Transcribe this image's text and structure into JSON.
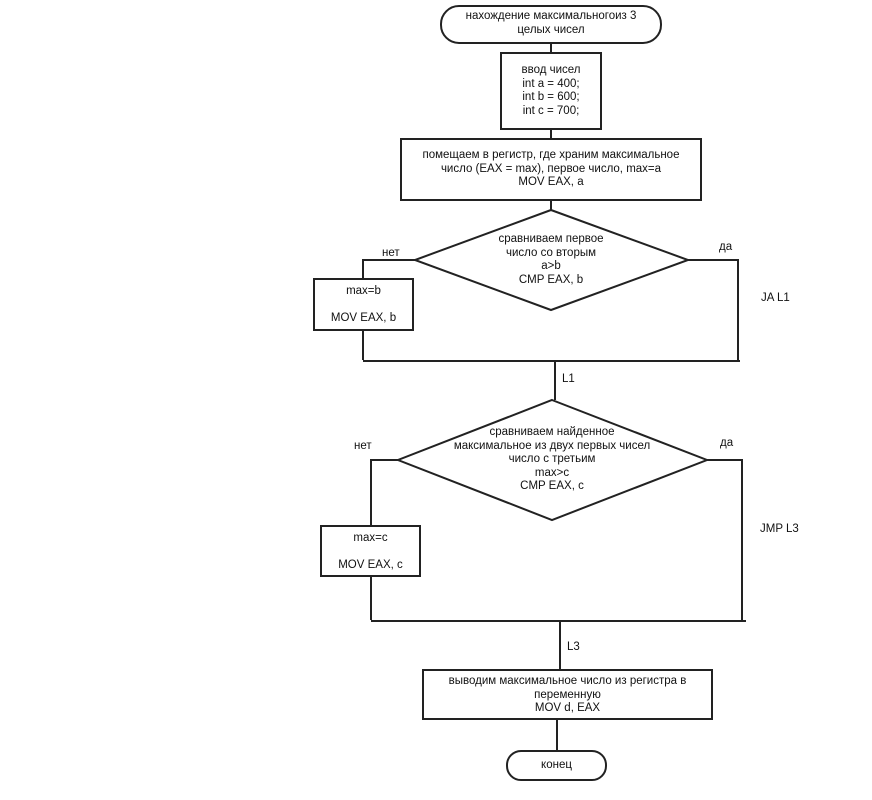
{
  "start": {
    "lines": [
      "нахождение максимальногоиз 3",
      "целых чисел"
    ]
  },
  "input": {
    "lines": [
      "ввод чисел",
      "int a = 400;",
      "int b = 600;",
      "int c = 700;"
    ]
  },
  "assign": {
    "lines": [
      "помещаем в регистр, где храним максимальное",
      "число (EAX = max), первое число, max=a",
      "MOV EAX, a"
    ]
  },
  "decision1": {
    "lines": [
      "сравниваем первое",
      "число со вторым",
      "a>b",
      "CMP EAX, b"
    ],
    "no_label": "нет",
    "yes_label": "да",
    "jump_label": "JA L1"
  },
  "box_b": {
    "lines": [
      "max=b",
      "",
      "MOV EAX, b"
    ]
  },
  "merge1_label": "L1",
  "decision2": {
    "lines": [
      "сравниваем найденное",
      "максимальное из двух первых чисел",
      "число с третьим",
      "max>c",
      "CMP EAX, c"
    ],
    "no_label": "нет",
    "yes_label": "да",
    "jump_label": "JMP L3"
  },
  "box_c": {
    "lines": [
      "max=c",
      "",
      "MOV EAX, c"
    ]
  },
  "merge2_label": "L3",
  "output": {
    "lines": [
      "выводим максимальное число из регистра в",
      "переменную",
      "MOV d, EAX"
    ]
  },
  "end": {
    "lines": [
      "конец"
    ]
  }
}
